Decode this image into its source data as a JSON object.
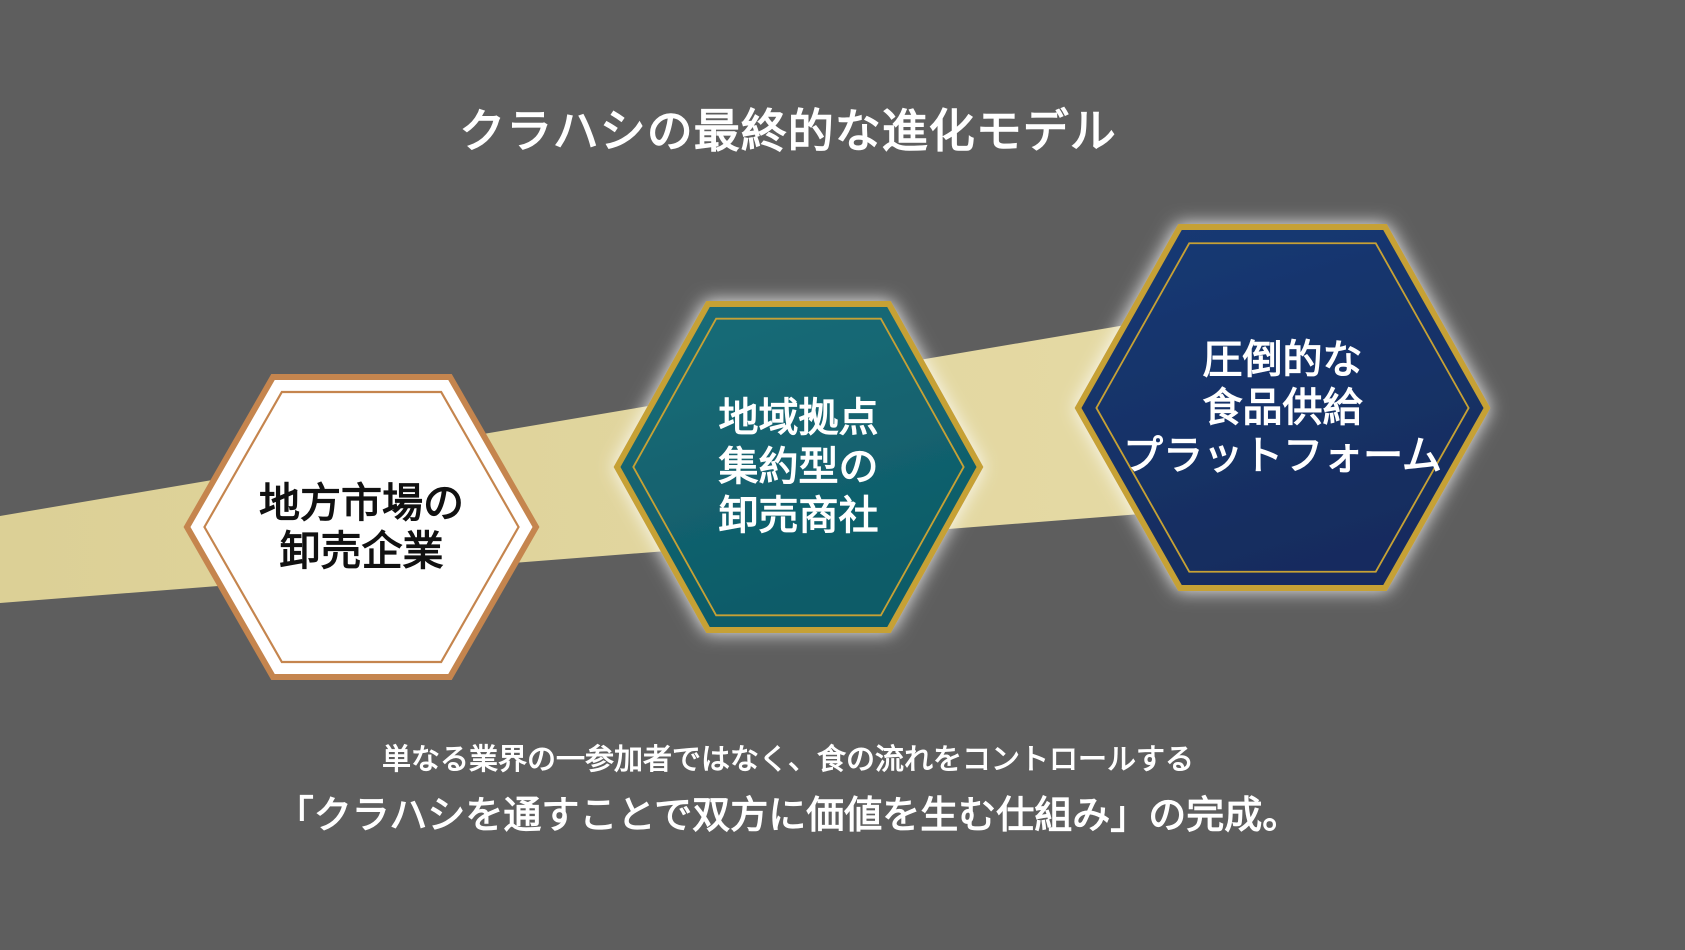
{
  "title": "クラハシの最終的な進化モデル",
  "hexagons": [
    {
      "name": "local-market-wholesaler",
      "lines": [
        "地方市場の",
        "卸売企業"
      ]
    },
    {
      "name": "regional-hub-wholesaler",
      "lines": [
        "地域拠点",
        "集約型の",
        "卸売商社"
      ]
    },
    {
      "name": "food-supply-platform",
      "lines": [
        "圧倒的な",
        "食品供給",
        "プラットフォーム"
      ]
    }
  ],
  "footer": {
    "line1": "単なる業界の一参加者ではなく、食の流れをコントロールする",
    "line2": "「クラハシを通すことで双方に価値を生む仕組み」の完成。"
  },
  "colors": {
    "background": "#5e5e5e",
    "band_left": "#dcd096",
    "band_right": "#e6dba6",
    "hex1_fill": "#ffffff",
    "hex1_border": "#c5854e",
    "hex1_text": "#111111",
    "hex2_fill_top": "#1b6d79",
    "hex2_fill_bottom": "#0d5b68",
    "hex3_fill_top": "#1a3a75",
    "hex3_fill_bottom": "#122c5e",
    "gold_border": "#c6a135",
    "glow": "#ffffff",
    "light_text": "#ffffff"
  }
}
